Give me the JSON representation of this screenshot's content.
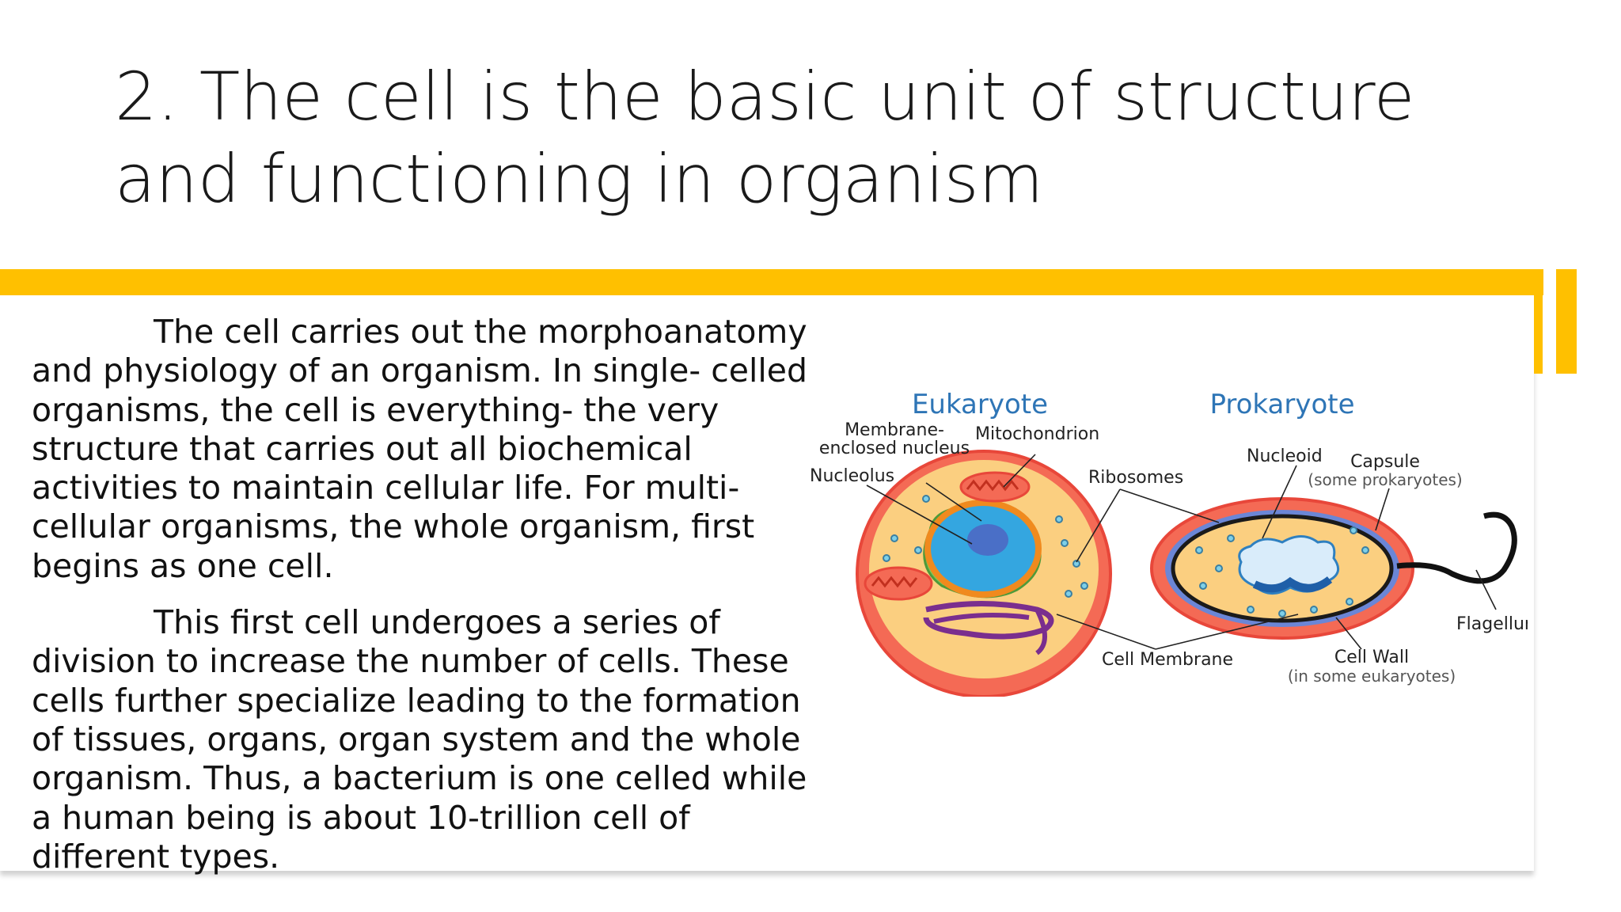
{
  "slide": {
    "title": "2. The cell is the basic unit of structure and functioning in organism",
    "paragraphs": [
      "The cell carries out the morphoanatomy and physiology of an organism. In single- celled organisms, the cell is everything- the very structure that carries out all biochemical activities to maintain cellular life. For multi- cellular organisms, the whole organism, first begins as one cell.",
      "This first cell undergoes a series of division to increase the number of cells. These cells further specialize leading to the formation of tissues, organs, organ system and the whole organism. Thus, a bacterium is one celled while a human being is about 10-trillion cell of different types."
    ]
  },
  "diagram": {
    "headings": {
      "eukaryote": "Eukaryote",
      "prokaryote": "Prokaryote"
    },
    "labels": {
      "membrane_1": "Membrane-",
      "membrane_2": "enclosed nucleus",
      "mitochondrion": "Mitochondrion",
      "nucleolus": "Nucleolus",
      "ribosomes": "Ribosomes",
      "nucleoid": "Nucleoid",
      "capsule": "Capsule",
      "capsule_note": "(some prokaryotes)",
      "flagellum": "Flagellum",
      "cell_membrane": "Cell Membrane",
      "cell_wall": "Cell Wall",
      "cell_wall_note": "(in some eukaryotes)"
    }
  },
  "colors": {
    "accent": "#ffc000",
    "heading_blue": "#2e75b6",
    "cell_wall_red": "#e8473a",
    "cytoplasm_orange": "#fbcf80",
    "nucleus_blue": "#34a6e0",
    "er_green": "#7cc85a",
    "golgi_purple": "#7a2e8e"
  },
  "icons": [
    "eukaryote-cell-illustration",
    "prokaryote-cell-illustration"
  ]
}
